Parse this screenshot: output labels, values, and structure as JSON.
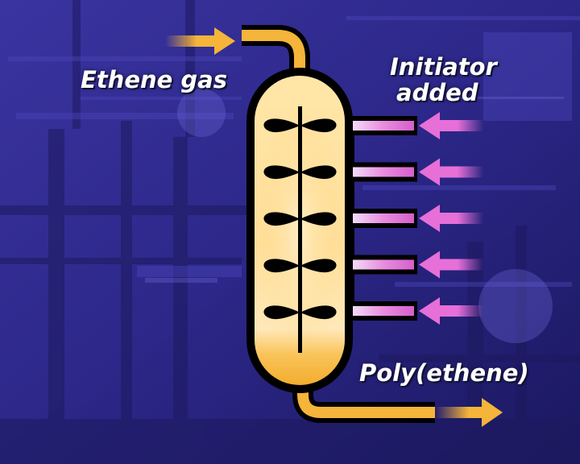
{
  "labels": {
    "input_gas": "Ethene gas",
    "initiator_line1": "Initiator",
    "initiator_line2": "added",
    "product": "Poly(ethene)"
  },
  "colors": {
    "background": "#2a2580",
    "reactor_fill": "#ffd880",
    "reactor_bottom": "#f7b73a",
    "pipe_gas": "#f5b43a",
    "pipe_initiator": "#e76fd8",
    "outline": "#000000",
    "text": "#ffffff"
  },
  "diagram": {
    "stirrer_blade_count": 5,
    "initiator_inlet_count": 5
  }
}
